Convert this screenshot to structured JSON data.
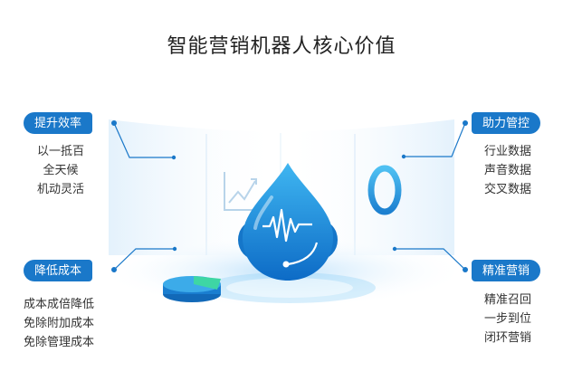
{
  "title": "智能营销机器人核心价值",
  "colors": {
    "accent": "#1a78c9",
    "light_blue": "#cfe6fb",
    "drop_top": "#3fb6f1",
    "drop_bottom": "#0d6bc6"
  },
  "sections": {
    "top_left": {
      "label": "提升效率",
      "items": [
        "以一抵百",
        "全天候",
        "机动灵活"
      ]
    },
    "bottom_left": {
      "label": "降低成本",
      "items": [
        "成本成倍降低",
        "免除附加成本",
        "免除管理成本"
      ]
    },
    "top_right": {
      "label": "助力管控",
      "items": [
        "行业数据",
        "声音数据",
        "交叉数据"
      ]
    },
    "bottom_right": {
      "label": "精准营销",
      "items": [
        "精准召回",
        "一步到位",
        "闭环营销"
      ]
    }
  },
  "icons": [
    "droplet-robot-icon",
    "pie-chart-icon",
    "line-chart-icon",
    "ring-icon",
    "headset-mic-icon"
  ]
}
